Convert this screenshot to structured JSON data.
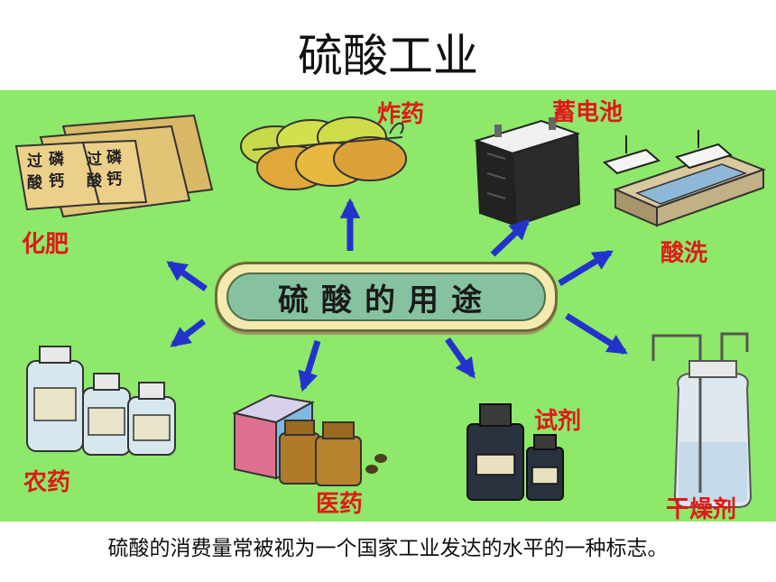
{
  "title": "硫酸工业",
  "center": "硫酸的用途",
  "labels": {
    "explosive": "炸药",
    "battery": "蓄电池",
    "fertilizer": "化肥",
    "pickling": "酸洗",
    "pesticide": "农药",
    "medicine": "医药",
    "reagent": "试剂",
    "desiccant": "干燥剂"
  },
  "bag_text": [
    "过",
    "磷",
    "酸",
    "钙"
  ],
  "caption": "硫酸的消费量常被视为一个国家工业发达的水平的一种标志。",
  "colors": {
    "background": "#8ee86a",
    "label": "#e21818",
    "arrow": "#2233cc"
  }
}
